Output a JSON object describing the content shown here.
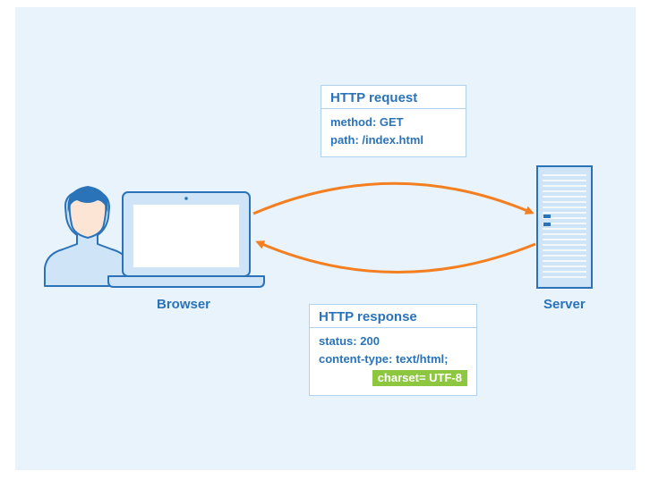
{
  "browser": {
    "label": "Browser"
  },
  "server": {
    "label": "Server"
  },
  "request": {
    "title": "HTTP request",
    "lines": [
      "method: GET",
      "path: /index.html"
    ]
  },
  "response": {
    "title": "HTTP response",
    "lines": [
      "status: 200",
      "content-type: text/html;"
    ],
    "highlight": "charset= UTF-8"
  },
  "colors": {
    "background": "#e8f3fc",
    "primary": "#2a73b8",
    "light_blue": "#aed2ef",
    "arrow": "#f47f20",
    "highlight": "#8dc63f"
  }
}
